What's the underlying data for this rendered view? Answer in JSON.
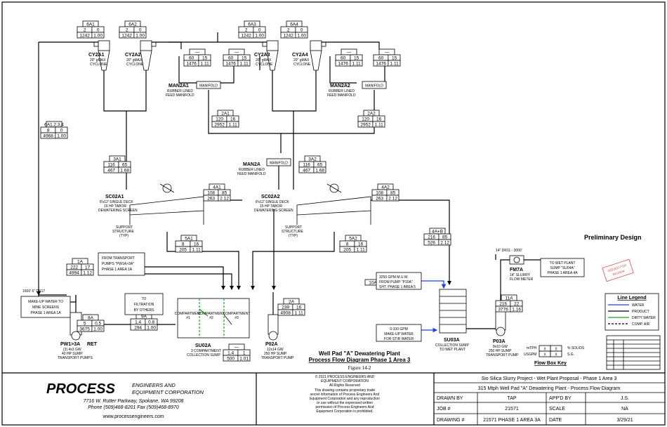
{
  "preliminary": "Preliminary Design",
  "issued_stamp": [
    "ISSUED FOR",
    "REVIEW"
  ],
  "cyclones": [
    {
      "tag": "CY2A1",
      "desc": [
        "20\" gMAX",
        "CYCLONE"
      ]
    },
    {
      "tag": "CY2A2",
      "desc": [
        "20\" gMAX",
        "CYCLONE"
      ]
    },
    {
      "tag": "CY2A3",
      "desc": [
        "20\" gMAX",
        "CYCLONE"
      ]
    },
    {
      "tag": "CY2A4",
      "desc": [
        "20\" gMAX",
        "CYCLONE"
      ]
    }
  ],
  "manifolds": [
    {
      "tag": "MAN2A1",
      "desc": [
        "RUBBER LINED",
        "FEED MANIFOLD"
      ]
    },
    {
      "tag": "MAN2A2",
      "desc": [
        "RUBBER LINED",
        "FEED MANIFOLD"
      ]
    },
    {
      "tag": "MAN2A",
      "desc": [
        "RUBBER LINED",
        "FEED MANIFOLD"
      ]
    }
  ],
  "manifold_box": "MANIFOLD",
  "screens": [
    {
      "tag": "SC02A1",
      "desc": [
        "8'x12' SINGLE DECK",
        "15 HP TABOR",
        "DEWATERING SCREEN"
      ]
    },
    {
      "tag": "SC02A2",
      "desc": [
        "8'x12' SINGLE DECK",
        "15 HP TABOR",
        "DEWATERING SCREEN"
      ]
    }
  ],
  "support": [
    "SUPPORT",
    "STRUCTURE",
    "(TYP)"
  ],
  "flowboxes": [
    {
      "id": "6A1",
      "r1": [
        "2",
        "0"
      ],
      "r2": [
        "1242",
        "1.00"
      ]
    },
    {
      "id": "6A2",
      "r1": [
        "2",
        "0"
      ],
      "r2": [
        "1242",
        "1.00"
      ]
    },
    {
      "id": "6A3",
      "r1": [
        "2",
        "0"
      ],
      "r2": [
        "1242",
        "1.00"
      ]
    },
    {
      "id": "6A4",
      "r1": [
        "2",
        "0"
      ],
      "r2": [
        "1242",
        "1.00"
      ]
    },
    {
      "id": "—",
      "r1": [
        "60",
        "15"
      ],
      "r2": [
        "1476",
        "1.11"
      ]
    },
    {
      "id": "—",
      "r1": [
        "60",
        "15"
      ],
      "r2": [
        "1476",
        "1.11"
      ]
    },
    {
      "id": "—",
      "r1": [
        "60",
        "15"
      ],
      "r2": [
        "1476",
        "1.11"
      ]
    },
    {
      "id": "—",
      "r1": [
        "60",
        "15"
      ],
      "r2": [
        "1476",
        "1.11"
      ]
    },
    {
      "id": "2A1",
      "r1": [
        "120",
        "16"
      ],
      "r2": [
        "2952",
        "1.11"
      ]
    },
    {
      "id": "2A2",
      "r1": [
        "120",
        "16"
      ],
      "r2": [
        "2952",
        "1.11"
      ]
    },
    {
      "id": "6A1,2,3,4",
      "r1": [
        "8",
        "0"
      ],
      "r2": [
        "4968",
        "1.00"
      ]
    },
    {
      "id": "3A1",
      "r1": [
        "116",
        "65"
      ],
      "r2": [
        "467",
        "1.68"
      ]
    },
    {
      "id": "3A2",
      "r1": [
        "116",
        "65"
      ],
      "r2": [
        "467",
        "1.68"
      ]
    },
    {
      "id": "4A1",
      "r1": [
        "108",
        "85"
      ],
      "r2": [
        "263",
        "2.12"
      ]
    },
    {
      "id": "4A2",
      "r1": [
        "108",
        "85"
      ],
      "r2": [
        "263",
        "2.12"
      ]
    },
    {
      "id": "4A+B",
      "r1": [
        "216",
        "85"
      ],
      "r2": [
        "526",
        "2.12"
      ]
    },
    {
      "id": "5A1",
      "r1": [
        "8",
        "16"
      ],
      "r2": [
        "205",
        "1.11"
      ]
    },
    {
      "id": "5A2",
      "r1": [
        "8",
        "16"
      ],
      "r2": [
        "205",
        "1.11"
      ]
    },
    {
      "id": "1A",
      "r1": [
        "222",
        "17"
      ],
      "r2": [
        "4994",
        "1.12"
      ]
    },
    {
      "id": "8A",
      "r1": [
        "5",
        "0.5"
      ],
      "r2": [
        "3675",
        "1.00"
      ]
    },
    {
      "id": "9A",
      "r1": [
        "1.4",
        "0.8"
      ],
      "r2": [
        "294",
        "1.00"
      ]
    },
    {
      "id": "2A",
      "r1": [
        "239",
        "16"
      ],
      "r2": [
        "4908",
        "1.11"
      ]
    },
    {
      "id": "—",
      "r1": [
        "1.4",
        "1"
      ],
      "r2": [
        "500",
        "1.01"
      ]
    },
    {
      "id": "11A",
      "r1": [
        "216",
        "22"
      ],
      "r2": [
        "3776",
        "1.16"
      ]
    },
    {
      "id": "10A",
      "r1": [],
      "r2": []
    }
  ],
  "texts": {
    "from_transport": [
      "FROM TRANSPORT",
      "PUMPS \"PW1A>3A\"",
      "PHASE 1 AREA 1A"
    ],
    "to_filtration": [
      "TO",
      "FILTRATION",
      "BY OTHERS"
    ],
    "makeup_mine": [
      "MAKE-UP WATER TO",
      "MINE SCREENS",
      "PHASE 1 AREA 1A"
    ],
    "pipe_1500": "1500' 6\" DR17",
    "pipe_14": "14\" DR11 - 3000'",
    "to_wet_plant": [
      "TO WET PLANT",
      "SUMP \"SU04A\"",
      "PHASE 1 AREA 4A"
    ],
    "from_pump": [
      "3250 GPM M.U.W.",
      "FROM PUMP \"P10A\"",
      "SHT. PHASE 1 AREA 5"
    ],
    "makeup_stir": [
      "0-100 GPM",
      "MAKE-UP WATER",
      "FOR STIR WATER"
    ],
    "compartment": [
      "COMPARTMENT",
      "#1",
      "COMPARTMENT",
      "#2",
      "COMPARTMENT",
      "#3"
    ]
  },
  "equipment": [
    {
      "tag": "PW1>3A",
      "desc": [
        "(3) 4x3 GW",
        "40 HP SUMP",
        "TRANSPORT PUMPS"
      ]
    },
    {
      "tag": "RET",
      "desc": []
    },
    {
      "tag": "SU02A",
      "desc": [
        "3 COMPARTMENT",
        "COLLECTION SUMP"
      ]
    },
    {
      "tag": "P02A",
      "desc": [
        "12x14 GW",
        "250 HP SUMP",
        "TRANSPORT PUMP"
      ]
    },
    {
      "tag": "SU03A",
      "desc": [
        "COLLECTION SUMP",
        "TO WET PLANT"
      ]
    },
    {
      "tag": "P03A",
      "desc": [
        "8x10 GW",
        "250 HP SUMP",
        "TRANSPORT PUMP"
      ]
    },
    {
      "tag": "FM7A",
      "desc": [
        "14\" SLURRY",
        "FLOW METER"
      ]
    }
  ],
  "legend": {
    "title": "Line Legend",
    "items": [
      {
        "label": "WATER",
        "color": "#1a3cff"
      },
      {
        "label": "PRODUCT",
        "color": "#000000"
      },
      {
        "label": "DIRTY WATER",
        "color": "#1aa51a"
      },
      {
        "label": "COMP. AIR",
        "color": "#000000"
      }
    ]
  },
  "flowkey": {
    "title": "Flow Box Key",
    "left": [
      "mTPH",
      "USGPM"
    ],
    "right": [
      "% SOLIDS",
      "S.G."
    ],
    "cells": [
      "X",
      "X"
    ]
  },
  "title": {
    "main": "Well Pad \"A\" Dewatering Plant",
    "sub": "Process Flow Diagram Phase 1 Area 3",
    "figure": "Figure 14-2"
  },
  "company": {
    "name": "PROCESS",
    "name2": [
      "ENGINEERS AND",
      "EQUIPMENT CORPORATION"
    ],
    "address": "7716 W. Rutter Parkway, Spokane, WA 99208",
    "phone": "Phone (509)468-8201   Fax (509)468-8970",
    "web": "www.processengineers.com"
  },
  "copyright": [
    "© 2021 PROCESS ENGINEERS AND",
    "EQUIPMENT CORPORATION",
    "All Rights Reserved",
    "This drawing contains proprietary trade",
    "secret information of Process Engineers And",
    "Equipment Corporation and any reproduction",
    "or use without the expressed written",
    "permission of Process Engineers And",
    "Equipment Corporation is prohibited."
  ],
  "titleblock": {
    "project": "Sio Silica  Slurry Project - Wet Plant Proposal - Phase 1 Area 3",
    "drawing_title": "315 Mtph Well Pad \"A\" Dewatering Plant - Process Flow Diagram",
    "drawn_by_l": "DRAWN BY",
    "drawn_by": "TAP",
    "appd_by_l": "APP'D BY",
    "appd_by": "J.S.",
    "job_l": "JOB #",
    "job": "21571",
    "scale_l": "SCALE",
    "scale": "NA",
    "drawing_l": "DRAWING #",
    "drawing": "21571 PHASE 1 AREA 3A",
    "date_l": "DATE",
    "date": "3/29/21"
  }
}
